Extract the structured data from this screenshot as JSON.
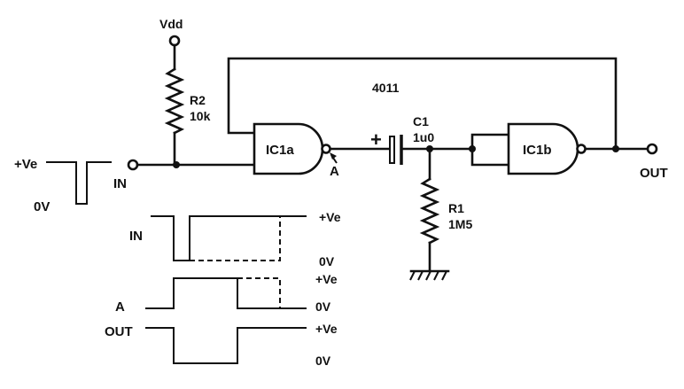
{
  "diagram": {
    "supply": {
      "label": "Vdd"
    },
    "chip": {
      "label": "4011"
    },
    "resistor_r2": {
      "name": "R2",
      "value": "10k"
    },
    "capacitor_c1": {
      "name": "C1",
      "value": "1u0",
      "polarity": "+"
    },
    "resistor_r1": {
      "name": "R1",
      "value": "1M5"
    },
    "gate_a": {
      "label": "IC1a"
    },
    "gate_b": {
      "label": "IC1b"
    },
    "node_a": {
      "label": "A"
    },
    "input": {
      "label": "IN"
    },
    "output": {
      "label": "OUT"
    },
    "input_pulse": {
      "high_label": "+Ve",
      "low_label": "0V"
    }
  },
  "timing": {
    "in": {
      "name": "IN",
      "high_label": "+Ve",
      "low_label": "0V"
    },
    "a": {
      "name": "A",
      "high_label": "+Ve",
      "low_label": "0V"
    },
    "out": {
      "name": "OUT",
      "high_label": "+Ve",
      "low_label": "0V"
    }
  }
}
